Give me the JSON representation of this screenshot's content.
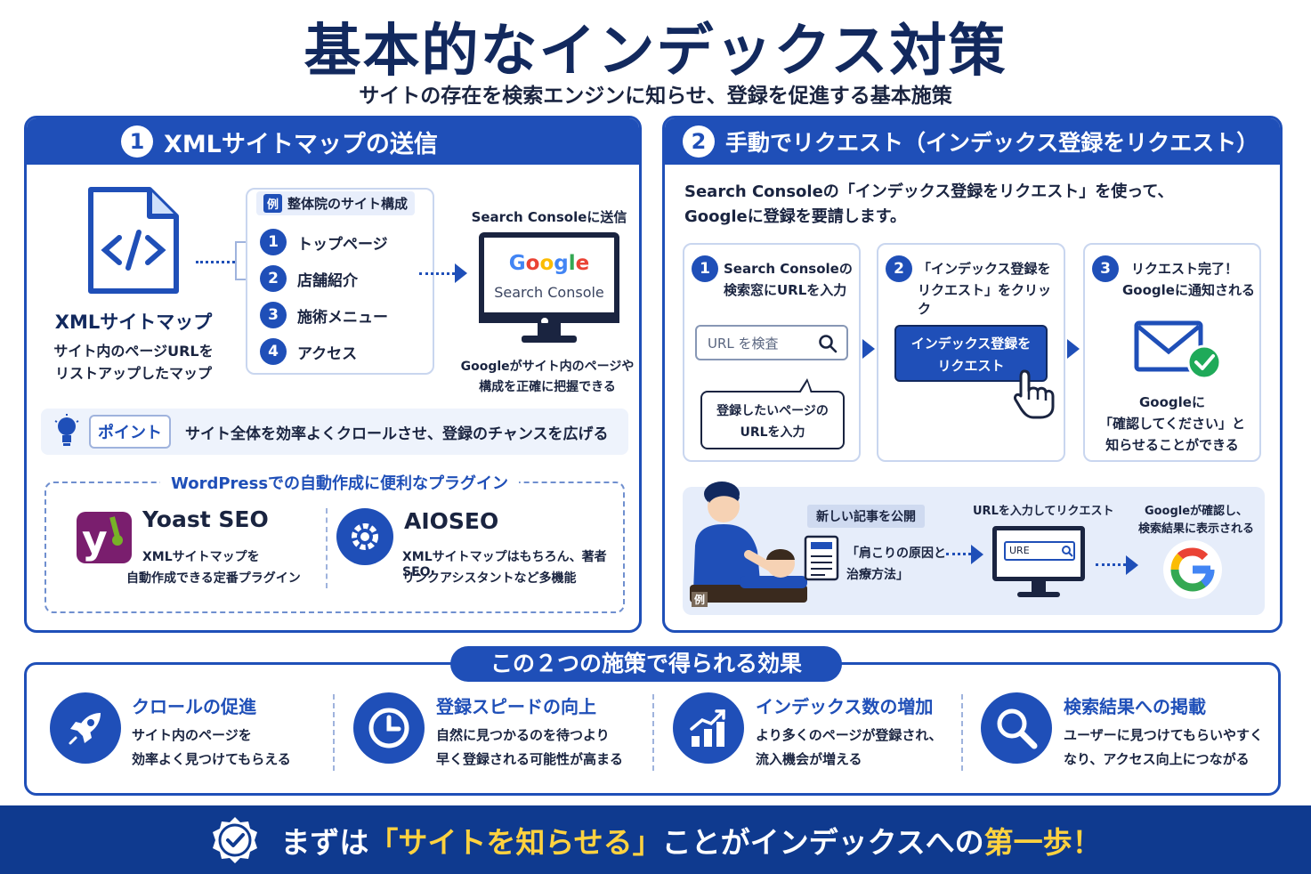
{
  "header": {
    "title": "基本的なインデックス対策",
    "subtitle": "サイトの存在を検索エンジンに知らせ、登録を促進する基本施策"
  },
  "section1": {
    "number": "1",
    "title": "XMLサイトマップの送信",
    "sitemap_label": "XMLサイトマップ",
    "sitemap_desc_1": "サイト内のページURLを",
    "sitemap_desc_2": "リストアップしたマップ",
    "example_badge": "例",
    "example_title": "整体院のサイト構成",
    "pages": [
      {
        "num": "1",
        "label": "トップページ"
      },
      {
        "num": "2",
        "label": "店舗紹介"
      },
      {
        "num": "3",
        "label": "施術メニュー"
      },
      {
        "num": "4",
        "label": "アクセス"
      }
    ],
    "send_label": "Search Consoleに送信",
    "google_word": "Google",
    "search_console_word": "Search Console",
    "monitor_desc_1": "Googleがサイト内のページや",
    "monitor_desc_2": "構成を正確に把握できる",
    "point_badge": "ポイント",
    "point_text": "サイト全体を効率よくクロールさせ、登録のチャンスを広げる",
    "plugins_title": "WordPressでの自動作成に便利なプラグイン",
    "plugins": [
      {
        "name": "Yoast SEO",
        "desc_1": "XMLサイトマップを",
        "desc_2": "自動作成できる定番プラグイン"
      },
      {
        "name": "AIOSEO",
        "desc_1": "XMLサイトマップはもちろん、著者SEO·",
        "desc_2": "リンクアシスタントなど多機能"
      }
    ]
  },
  "section2": {
    "number": "2",
    "title": "手動でリクエスト（インデックス登録をリクエスト）",
    "intro_1": "Search Consoleの「インデックス登録をリクエスト」を使って、",
    "intro_2": "Googleに登録を要請します。",
    "steps": [
      {
        "num": "1",
        "line_1": "Search Consoleの",
        "line_2": "検索窓にURLを入力"
      },
      {
        "num": "2",
        "line_1": "「インデックス登録を",
        "line_2": "リクエスト」をクリック"
      },
      {
        "num": "3",
        "line_1": "リクエスト完了！",
        "line_2": "Googleに通知される"
      }
    ],
    "search_placeholder": "URL を検査",
    "bubble_1": "登録したいページの",
    "bubble_2": "URLを入力",
    "request_button_1": "インデックス登録を",
    "request_button_2": "リクエスト",
    "step3_desc_1": "Googleに",
    "step3_desc_2": "「確認してください」と",
    "step3_desc_3": "知らせることができる",
    "example_badge": "例",
    "flow": {
      "publish_badge": "新しい記事を公開",
      "article_title_1": "「肩こりの原因と",
      "article_title_2": "治療方法」",
      "enter_url_label": "URLを入力してリクエスト",
      "monitor_url": "URE",
      "google_confirm_1": "Googleが確認し、",
      "google_confirm_2": "検索結果に表示される",
      "google_letter": "G"
    }
  },
  "effects": {
    "title": "この２つの施策で得られる効果",
    "items": [
      {
        "title": "クロールの促進",
        "desc_1": "サイト内のページを",
        "desc_2": "効率よく見つけてもらえる",
        "icon": "rocket-icon"
      },
      {
        "title": "登録スピードの向上",
        "desc_1": "自然に見つかるのを待つより",
        "desc_2": "早く登録される可能性が高まる",
        "icon": "clock-icon"
      },
      {
        "title": "インデックス数の増加",
        "desc_1": "より多くのページが登録され、",
        "desc_2": "流入機会が増える",
        "icon": "chart-icon"
      },
      {
        "title": "検索結果への掲載",
        "desc_1": "ユーザーに見つけてもらいやすく",
        "desc_2": "なり、アクセス向上につながる",
        "icon": "search-icon"
      }
    ]
  },
  "footer": {
    "part_1": "まずは",
    "part_2": "「サイトを知らせる」",
    "part_3": "ことがインデックスへの",
    "part_4": "第一歩！"
  },
  "colors": {
    "primary": "#1f4fb8",
    "dark": "#12295e",
    "footer_bg": "#0f3a8f",
    "accent_yellow": "#ffd23f",
    "check_green": "#1faa59"
  }
}
